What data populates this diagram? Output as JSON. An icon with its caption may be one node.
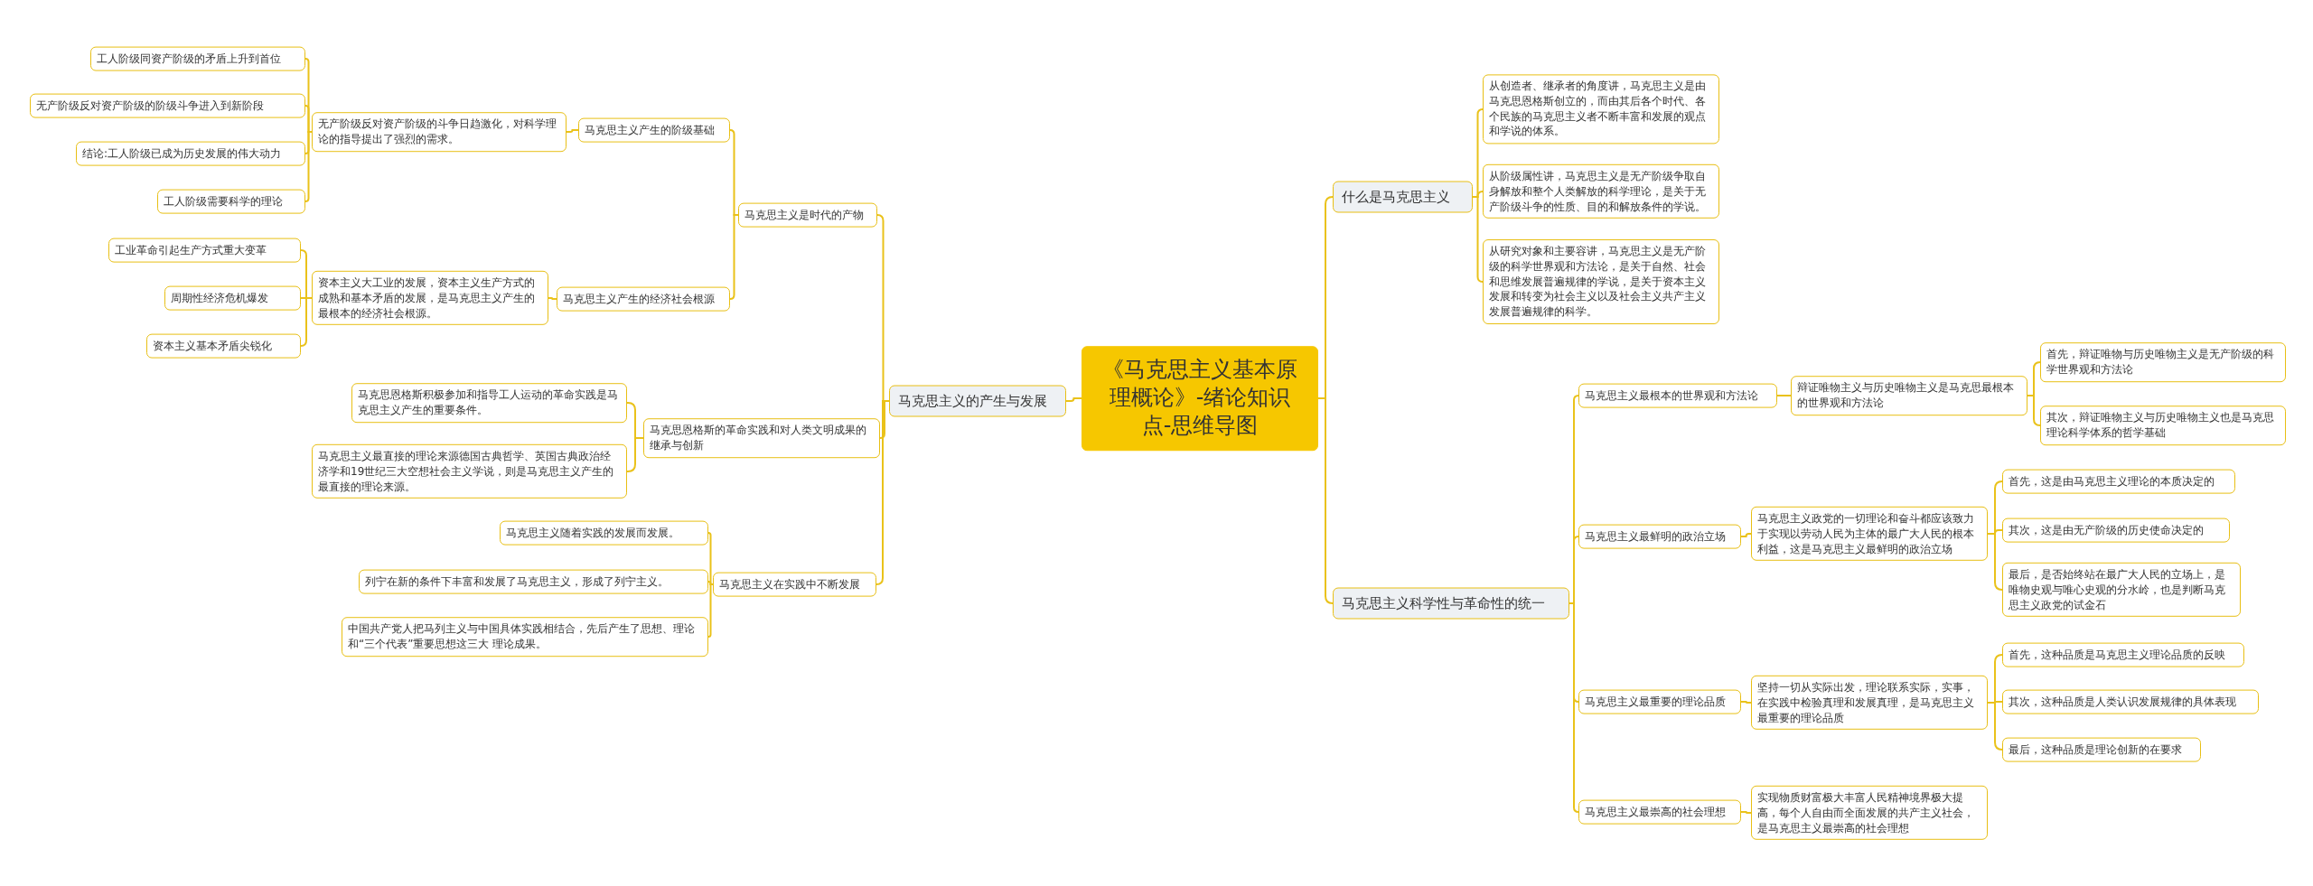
{
  "diagram": {
    "nodes": [
      {
        "text": [
          "《马克思主义基本原理概论》-绪论知识点-思维导图"
        ]
      },
      {
        "text": [
          "马克思主义的产生与发展"
        ]
      },
      {
        "text": [
          "马克思主义是时代的产物"
        ]
      },
      {
        "text": [
          "马克思主义产生的阶级基础"
        ]
      },
      {
        "text": [
          "无产阶级反对资产阶级的斗争日趋激化，对科学理论的指导提出了强烈的需求。"
        ]
      },
      {
        "text": [
          "工人阶级同资产阶级的矛盾上升到首位"
        ]
      },
      {
        "text": [
          "无产阶级反对资产阶级的阶级斗争进入到新阶段"
        ]
      },
      {
        "text": [
          "结论:工人阶级已成为历史发展的伟大动力"
        ]
      },
      {
        "text": [
          "工人阶级需要科学的理论"
        ]
      },
      {
        "text": [
          "马克思主义产生的经济社会根源"
        ]
      },
      {
        "text": [
          "资本主义大工业的发展，资本主义生产方式的成熟和基本矛盾的发展，是马克思主义产生的最根本的经济社会根源。"
        ]
      },
      {
        "text": [
          "工业革命引起生产方式重大变革"
        ]
      },
      {
        "text": [
          "周期性经济危机爆发"
        ]
      },
      {
        "text": [
          "资本主义基本矛盾尖锐化"
        ]
      },
      {
        "text": [
          "马克思恩格斯的革命实践和对人类文明成果的继承与创新"
        ]
      },
      {
        "text": [
          "马克思恩格斯积极参加和指导工人运动的革命实践是马克思主义产生的重要条件。"
        ]
      },
      {
        "text": [
          "马克思主义最直接的理论来源德国古典哲学、英国古典政治经济学和19世纪三大空想社会主义学说，则是马克思主义产生的最直接的理论来源。"
        ]
      },
      {
        "text": [
          "马克思主义在实践中不断发展"
        ]
      },
      {
        "text": [
          "马克思主义随着实践的发展而发展。"
        ]
      },
      {
        "text": [
          "列宁在新的条件下丰富和发展了马克思主义，形成了列宁主义。"
        ]
      },
      {
        "text": [
          "中国共产党人把马列主义与中国具体实践相结合，先后产生了思想、理论和“三个代表”重要思想这三大 理论成果。"
        ]
      },
      {
        "text": [
          "什么是马克思主义"
        ]
      },
      {
        "text": [
          "从创造者、继承者的角度讲，马克思主义是由马克思恩格斯创立的，而由其后各个时代、各个民族的马克思主义者不断丰富和发展的观点和学说的体系。"
        ]
      },
      {
        "text": [
          "从阶级属性讲，马克思主义是无产阶级争取自身解放和整个人类解放的科学理论，是关于无产阶级斗争的性质、目的和解放条件的学说。"
        ]
      },
      {
        "text": [
          "从研究对象和主要容讲，马克思主义是无产阶级的科学世界观和方法论，是关于自然、社会和思维发展普遍规律的学说，是关于资本主义发展和转变为社会主义以及社会主义共产主义发展普遍规律的科学。"
        ]
      },
      {
        "text": [
          "马克思主义科学性与革命性的统一"
        ]
      },
      {
        "text": [
          "马克思主义最根本的世界观和方法论"
        ]
      },
      {
        "text": [
          "辩证唯物主义与历史唯物主义是马克思最根本的世界观和方法论"
        ]
      },
      {
        "text": [
          "首先，辩证唯物与历史唯物主义是无产阶级的科学世界观和方法论"
        ]
      },
      {
        "text": [
          "其次，辩证唯物主义与历史唯物主义也是马克思理论科学体系的哲学基础"
        ]
      },
      {
        "text": [
          "马克思主义最鲜明的政治立场"
        ]
      },
      {
        "text": [
          "马克思主义政党的一切理论和奋斗都应该致力于实现以劳动人民为主体的最广大人民的根本利益，这是马克思主义最鲜明的政治立场"
        ]
      },
      {
        "text": [
          "首先，这是由马克思主义理论的本质决定的"
        ]
      },
      {
        "text": [
          "其次，这是由无产阶级的历史使命决定的"
        ]
      },
      {
        "text": [
          "最后，是否始终站在最广大人民的立场上，是唯物史观与唯心史观的分水岭，也是判断马克思主义政党的试金石"
        ]
      },
      {
        "text": [
          "马克思主义最重要的理论品质"
        ]
      },
      {
        "text": [
          "坚持一切从实际出发，理论联系实际，实事，在实践中检验真理和发展真理，是马克思主义最重要的理论品质"
        ]
      },
      {
        "text": [
          "首先，这种品质是马克思主义理论品质的反映"
        ]
      },
      {
        "text": [
          "其次，这种品质是人类认识发展规律的具体表现"
        ]
      },
      {
        "text": [
          "最后，这种品质是理论创新的在要求"
        ]
      },
      {
        "text": [
          "马克思主义最崇高的社会理想"
        ]
      },
      {
        "text": [
          "实现物质财富极大丰富人民精神境界极大提高，每个人自由而全面发展的共产主义社会，是马克思主义最崇高的社会理想"
        ]
      }
    ],
    "edges": [
      {
        "from": 0,
        "to": 1,
        "arrow": "none"
      },
      {
        "from": 1,
        "to": 2,
        "arrow": "none"
      },
      {
        "from": 2,
        "to": 3,
        "arrow": "none"
      },
      {
        "from": 3,
        "to": 4,
        "arrow": "none"
      },
      {
        "from": 4,
        "to": 5,
        "arrow": "none"
      },
      {
        "from": 4,
        "to": 6,
        "arrow": "none"
      },
      {
        "from": 4,
        "to": 7,
        "arrow": "none"
      },
      {
        "from": 4,
        "to": 8,
        "arrow": "none"
      },
      {
        "from": 2,
        "to": 9,
        "arrow": "none"
      },
      {
        "from": 9,
        "to": 10,
        "arrow": "none"
      },
      {
        "from": 10,
        "to": 11,
        "arrow": "none"
      },
      {
        "from": 10,
        "to": 12,
        "arrow": "none"
      },
      {
        "from": 10,
        "to": 13,
        "arrow": "none"
      },
      {
        "from": 1,
        "to": 14,
        "arrow": "none"
      },
      {
        "from": 14,
        "to": 15,
        "arrow": "none"
      },
      {
        "from": 14,
        "to": 16,
        "arrow": "none"
      },
      {
        "from": 1,
        "to": 17,
        "arrow": "none"
      },
      {
        "from": 17,
        "to": 18,
        "arrow": "none"
      },
      {
        "from": 17,
        "to": 19,
        "arrow": "none"
      },
      {
        "from": 17,
        "to": 20,
        "arrow": "none"
      },
      {
        "from": 0,
        "to": 21,
        "arrow": "none"
      },
      {
        "from": 21,
        "to": 22,
        "arrow": "none"
      },
      {
        "from": 21,
        "to": 23,
        "arrow": "none"
      },
      {
        "from": 21,
        "to": 24,
        "arrow": "none"
      },
      {
        "from": 0,
        "to": 25,
        "arrow": "none"
      },
      {
        "from": 25,
        "to": 26,
        "arrow": "none"
      },
      {
        "from": 26,
        "to": 27,
        "arrow": "none"
      },
      {
        "from": 27,
        "to": 28,
        "arrow": "none"
      },
      {
        "from": 27,
        "to": 29,
        "arrow": "none"
      },
      {
        "from": 25,
        "to": 30,
        "arrow": "none"
      },
      {
        "from": 30,
        "to": 31,
        "arrow": "none"
      },
      {
        "from": 31,
        "to": 32,
        "arrow": "none"
      },
      {
        "from": 31,
        "to": 33,
        "arrow": "none"
      },
      {
        "from": 31,
        "to": 34,
        "arrow": "none"
      },
      {
        "from": 25,
        "to": 35,
        "arrow": "none"
      },
      {
        "from": 35,
        "to": 36,
        "arrow": "none"
      },
      {
        "from": 36,
        "to": 37,
        "arrow": "none"
      },
      {
        "from": 36,
        "to": 38,
        "arrow": "none"
      },
      {
        "from": 36,
        "to": 39,
        "arrow": "none"
      },
      {
        "from": 25,
        "to": 40,
        "arrow": "none"
      },
      {
        "from": 40,
        "to": 41,
        "arrow": "none"
      }
    ]
  }
}
